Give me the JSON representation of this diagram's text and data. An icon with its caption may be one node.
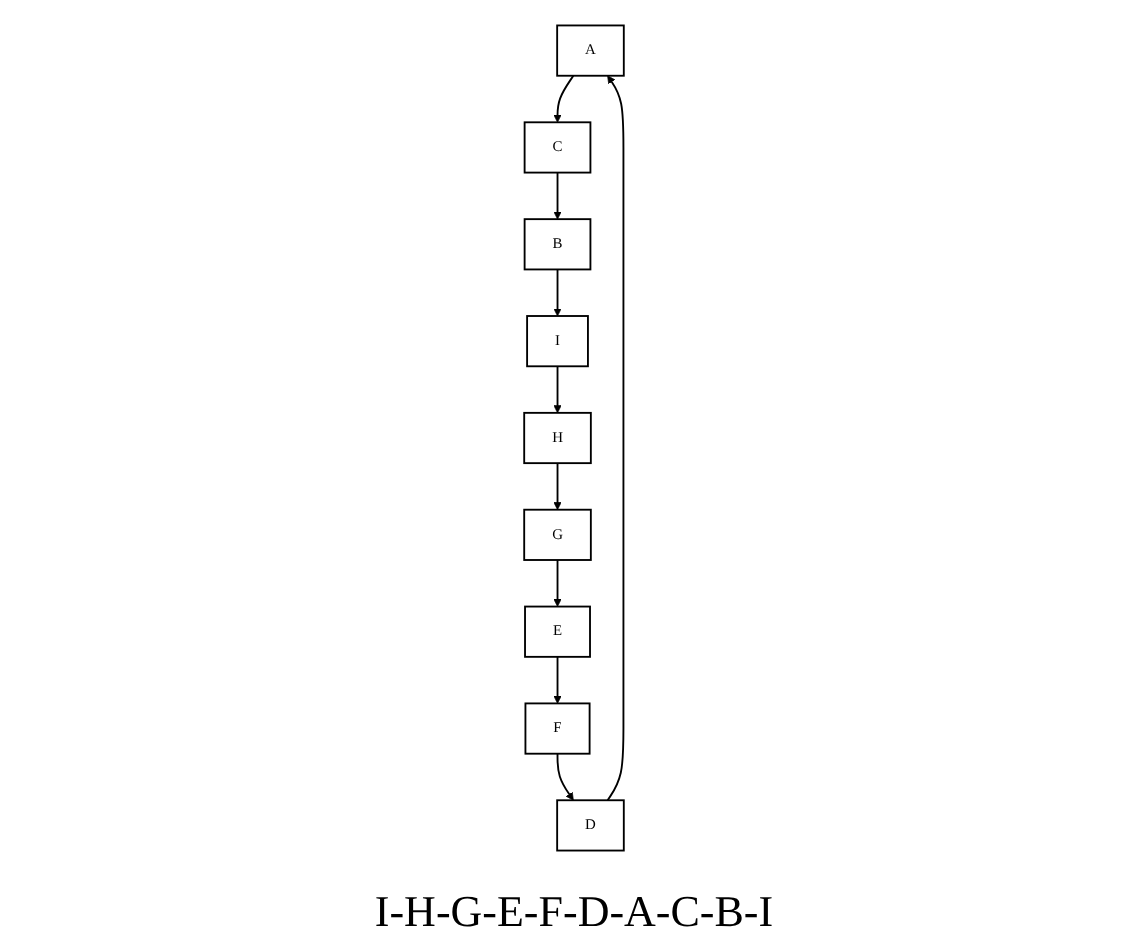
{
  "diagram": {
    "caption": "I-H-G-E-F-D-A-C-B-I",
    "nodes": [
      {
        "text": [
          "A"
        ]
      },
      {
        "text": [
          "C"
        ]
      },
      {
        "text": [
          "B"
        ]
      },
      {
        "text": [
          "D"
        ]
      },
      {
        "text": [
          "E"
        ]
      },
      {
        "text": [
          "F"
        ]
      },
      {
        "text": [
          "G"
        ]
      },
      {
        "text": [
          "H"
        ]
      },
      {
        "text": [
          "I"
        ]
      }
    ],
    "edges": [
      {
        "from": 8,
        "to": 7,
        "arrow": "to"
      },
      {
        "from": 7,
        "to": 6,
        "arrow": "to"
      },
      {
        "from": 6,
        "to": 4,
        "arrow": "to"
      },
      {
        "from": 4,
        "to": 5,
        "arrow": "to"
      },
      {
        "from": 5,
        "to": 3,
        "arrow": "to"
      },
      {
        "from": 3,
        "to": 0,
        "arrow": "to"
      },
      {
        "from": 0,
        "to": 1,
        "arrow": "to"
      },
      {
        "from": 1,
        "to": 2,
        "arrow": "to"
      },
      {
        "from": 2,
        "to": 8,
        "arrow": "to"
      }
    ]
  }
}
